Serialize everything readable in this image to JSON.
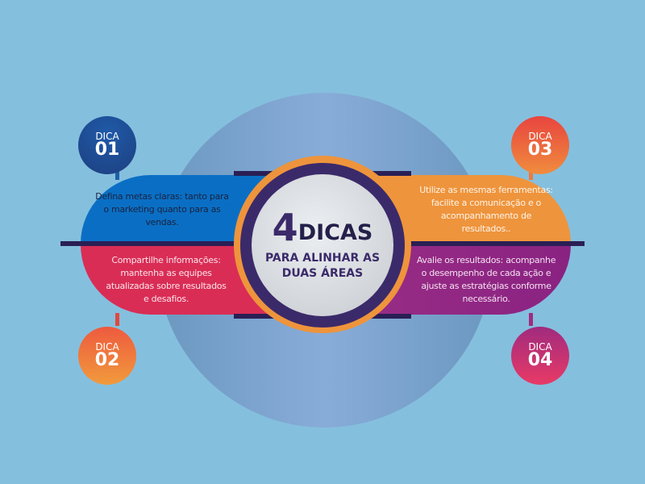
{
  "center": {
    "number": "4",
    "title": "DICAS",
    "subtitle": "PARA ALINHAR AS DUAS ÁREAS"
  },
  "tips": [
    {
      "label": "DICA",
      "number": "01",
      "text": "Defina metas claras: tanto para o marketing quanto para as vendas.",
      "color": "#1e4a8e"
    },
    {
      "label": "DICA",
      "number": "02",
      "text": "Compartilhe informações: mantenha as equipes atualizadas sobre resultados e desafios.",
      "color": "#e8533f"
    },
    {
      "label": "DICA",
      "number": "03",
      "text": "Utilize as mesmas ferramentas: facilite a comunicação e o acompanhamento de resultados..",
      "color": "#e85a46"
    },
    {
      "label": "DICA",
      "number": "04",
      "text": "Avalie os resultados: acompanhe o desempenho de cada ação e ajuste as estratégias conforme necessário.",
      "color": "#d23a72"
    }
  ]
}
